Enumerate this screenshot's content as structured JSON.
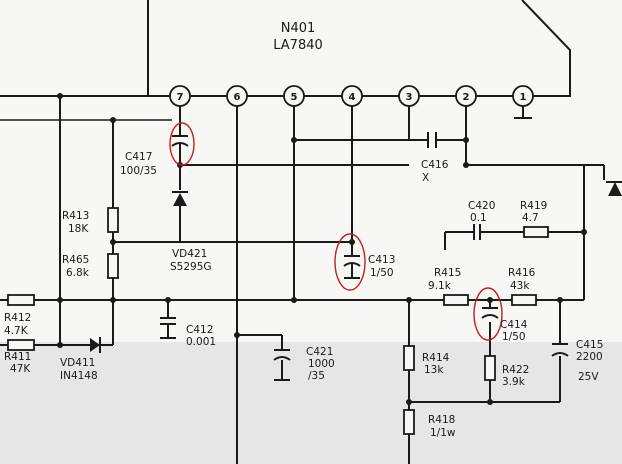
{
  "ic": {
    "ref": "N401",
    "part": "LA7840"
  },
  "pins": [
    "7",
    "6",
    "5",
    "4",
    "3",
    "2",
    "1"
  ],
  "components": {
    "c417": {
      "ref": "C417",
      "value": "100/35"
    },
    "c416": {
      "ref": "C416",
      "value": "X"
    },
    "c420": {
      "ref": "C420",
      "value": "0.1"
    },
    "r419": {
      "ref": "R419",
      "value": "4.7"
    },
    "r413": {
      "ref": "R413",
      "value": "18K"
    },
    "r465": {
      "ref": "R465",
      "value": "6.8k"
    },
    "vd421": {
      "ref": "VD421",
      "value": "S5295G"
    },
    "c413": {
      "ref": "C413",
      "value": "1/50"
    },
    "r415": {
      "ref": "R415",
      "value": "9.1k"
    },
    "r416": {
      "ref": "R416",
      "value": "43k"
    },
    "r412": {
      "ref": "R412",
      "value": "4.7K"
    },
    "r411": {
      "ref": "R411",
      "value": "47K"
    },
    "vd411": {
      "ref": "VD411",
      "value": "IN4148"
    },
    "c412": {
      "ref": "C412",
      "value": "0.001"
    },
    "c414": {
      "ref": "C414",
      "value": "1/50"
    },
    "c421": {
      "ref": "C421",
      "value": "1000",
      "value2": "/35"
    },
    "r414": {
      "ref": "R414",
      "value": "13k"
    },
    "r422": {
      "ref": "R422",
      "value": "3.9k"
    },
    "c415": {
      "ref": "C415",
      "value": "2200",
      "value2": "25V"
    },
    "r418": {
      "ref": "R418",
      "value": "1/1w"
    }
  },
  "colors": {
    "ink": "#1a1a1a",
    "paper": "#f7f7f5",
    "lower_band": "#e6e6e6",
    "highlight": "#c81e1e"
  }
}
